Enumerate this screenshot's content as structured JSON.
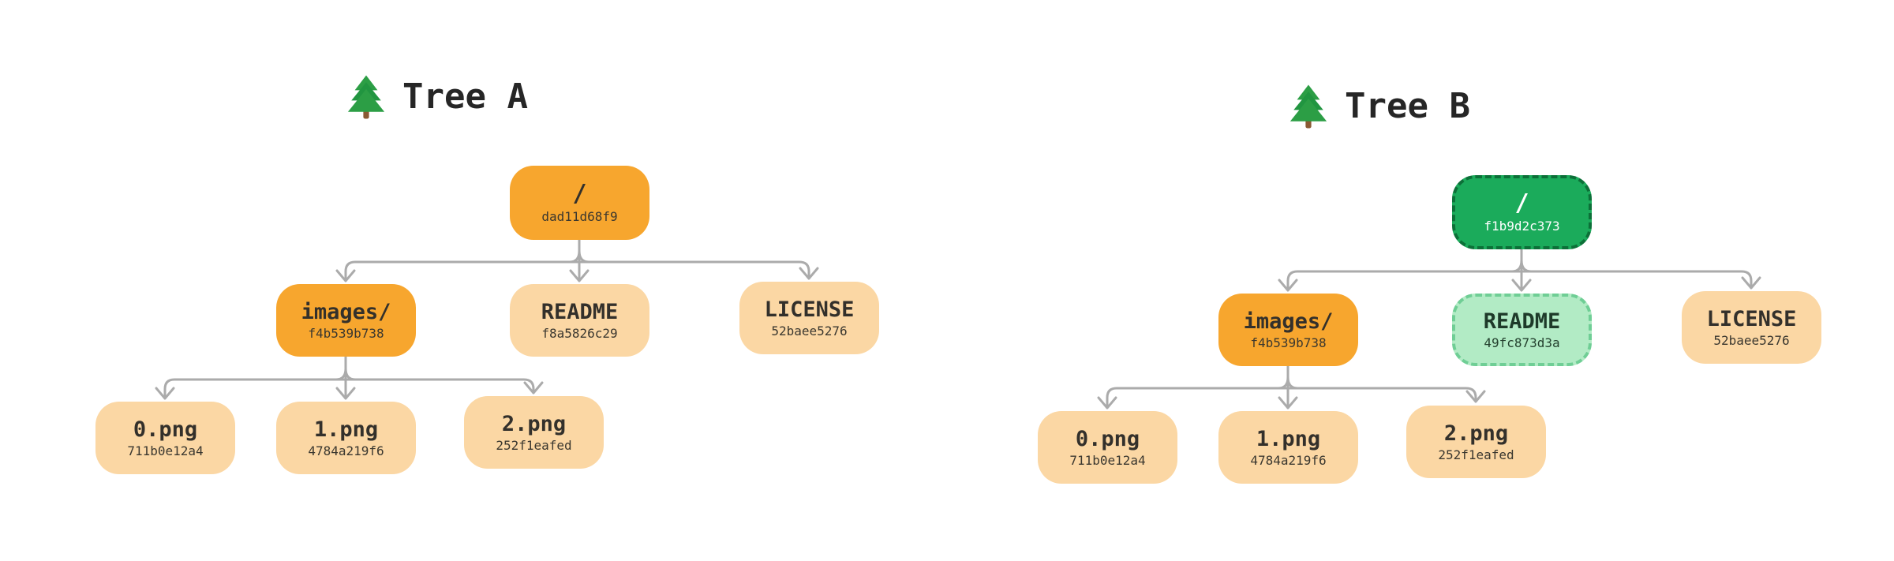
{
  "background": "#ffffff",
  "colors": {
    "node_dir_changed": "#F7A62E",
    "node_file_unchanged": "#FBD7A4",
    "node_tree_new_fill": "#1BAB5B",
    "node_tree_new_border": "#0C7038",
    "node_file_new_fill": "#B2EBC5",
    "node_file_new_border": "#6FCE95",
    "connector": "#ABABAB",
    "text_dark": "#33302b",
    "text_on_green": "#ffffff",
    "title_text": "#262626"
  },
  "icons": {
    "tree_icon": "evergreen-tree"
  },
  "trees": {
    "a": {
      "title": "Tree A",
      "nodes": {
        "root": {
          "label": "/",
          "hash": "dad11d68f9"
        },
        "images": {
          "label": "images/",
          "hash": "f4b539b738"
        },
        "readme": {
          "label": "README",
          "hash": "f8a5826c29"
        },
        "license": {
          "label": "LICENSE",
          "hash": "52baee5276"
        },
        "png0": {
          "label": "0.png",
          "hash": "711b0e12a4"
        },
        "png1": {
          "label": "1.png",
          "hash": "4784a219f6"
        },
        "png2": {
          "label": "2.png",
          "hash": "252f1eafed"
        }
      }
    },
    "b": {
      "title": "Tree B",
      "nodes": {
        "root": {
          "label": "/",
          "hash": "f1b9d2c373"
        },
        "images": {
          "label": "images/",
          "hash": "f4b539b738"
        },
        "readme": {
          "label": "README",
          "hash": "49fc873d3a"
        },
        "license": {
          "label": "LICENSE",
          "hash": "52baee5276"
        },
        "png0": {
          "label": "0.png",
          "hash": "711b0e12a4"
        },
        "png1": {
          "label": "1.png",
          "hash": "4784a219f6"
        },
        "png2": {
          "label": "2.png",
          "hash": "252f1eafed"
        }
      }
    }
  }
}
